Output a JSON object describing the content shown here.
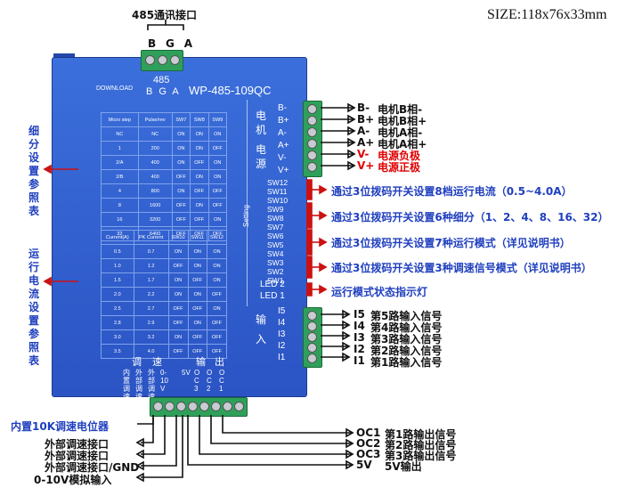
{
  "size_label": "SIZE:118x76x33mm",
  "top_connector": {
    "title": "485通讯接口",
    "pins": [
      "B",
      "G",
      "A"
    ]
  },
  "panel": {
    "download": "DOWNLOAD",
    "port_num": "485",
    "port_pins": "B G A",
    "model": "WP-485-109QC",
    "motor_chars": "电机",
    "power_chars": "电源",
    "setting": "Setting",
    "input_chars": "输入",
    "speed_chars": "调速",
    "output_chars": "输出",
    "motor_terms": [
      "B-",
      "B+",
      "A-",
      "A+"
    ],
    "power_terms": [
      "V-",
      "V+"
    ],
    "sw_terms": [
      "SW12",
      "SW11",
      "SW10",
      "SW9",
      "SW8",
      "SW7",
      "SW6",
      "SW5",
      "SW4",
      "SW3",
      "SW2",
      "SW1"
    ],
    "led_terms": [
      "LED 2",
      "LED 1"
    ],
    "input_terms": [
      "I5",
      "I4",
      "I3",
      "I2",
      "I1"
    ],
    "speed_terms": [
      "内置调速",
      "外部调速",
      "外部调速",
      "0-10V"
    ],
    "output_terms": [
      "5V",
      "OC3",
      "OC2",
      "OC1"
    ]
  },
  "table1": {
    "headers": [
      "Micro step",
      "Pulse/rev",
      "SW7",
      "SW8",
      "SW9"
    ],
    "rows": [
      [
        "NC",
        "NC",
        "ON",
        "ON",
        "ON"
      ],
      [
        "1",
        "200",
        "ON",
        "ON",
        "OFF"
      ],
      [
        "2/A",
        "400",
        "ON",
        "OFF",
        "ON"
      ],
      [
        "2/B",
        "400",
        "OFF",
        "ON",
        "ON"
      ],
      [
        "4",
        "800",
        "ON",
        "OFF",
        "OFF"
      ],
      [
        "8",
        "1600",
        "OFF",
        "ON",
        "OFF"
      ],
      [
        "16",
        "3200",
        "OFF",
        "OFF",
        "ON"
      ],
      [
        "32",
        "6400",
        "OFF",
        "OFF",
        "OFF"
      ]
    ]
  },
  "table2": {
    "headers": [
      "Current(A)",
      "PK Current",
      "SW10",
      "SW11",
      "SW12"
    ],
    "rows": [
      [
        "0.5",
        "0.7",
        "ON",
        "ON",
        "ON"
      ],
      [
        "1.0",
        "1.2",
        "OFF",
        "ON",
        "ON"
      ],
      [
        "1.5",
        "1.7",
        "ON",
        "OFF",
        "ON"
      ],
      [
        "2.0",
        "2.2",
        "ON",
        "ON",
        "OFF"
      ],
      [
        "2.5",
        "2.7",
        "OFF",
        "OFF",
        "ON"
      ],
      [
        "2.8",
        "2.9",
        "OFF",
        "ON",
        "OFF"
      ],
      [
        "3.0",
        "3.2",
        "ON",
        "OFF",
        "OFF"
      ],
      [
        "3.5",
        "4.0",
        "OFF",
        "OFF",
        "OFF"
      ]
    ]
  },
  "left_labels": {
    "subdiv": "细分设置参照表",
    "current": "运行电流设置参照表"
  },
  "right_labels": {
    "motor": [
      {
        "term": "B-",
        "text": "电机B相-"
      },
      {
        "term": "B+",
        "text": "电机B相+"
      },
      {
        "term": "A-",
        "text": "电机A相-"
      },
      {
        "term": "A+",
        "text": "电机A相+"
      }
    ],
    "power": [
      {
        "term": "V-",
        "text": "电源负极"
      },
      {
        "term": "V+",
        "text": "电源正极"
      }
    ],
    "notes": [
      "通过3位拨码开关设置8档运行电流（0.5~4.0A）",
      "通过3位拨码开关设置6种细分（1、2、4、8、16、32）",
      "通过3位拨码开关设置7种运行模式（详见说明书）",
      "通过3位拨码开关设置3种调速信号模式（详见说明书）",
      "运行模式状态指示灯"
    ],
    "inputs": [
      {
        "term": "I5",
        "text": "第5路输入信号"
      },
      {
        "term": "I4",
        "text": "第4路输入信号"
      },
      {
        "term": "I3",
        "text": "第3路输入信号"
      },
      {
        "term": "I2",
        "text": "第2路输入信号"
      },
      {
        "term": "I1",
        "text": "第1路输入信号"
      }
    ]
  },
  "bottom_left_labels": [
    "内置10K调速电位器",
    "外部调速接口",
    "外部调速接口",
    "外部调速接口/GND",
    "0-10V模拟输入"
  ],
  "bottom_right_labels": [
    {
      "term": "OC1",
      "text": "第1路输出信号"
    },
    {
      "term": "OC2",
      "text": "第2路输出信号"
    },
    {
      "term": "OC3",
      "text": "第3路输出信号"
    },
    {
      "term": "5V",
      "text": "5V输出"
    }
  ],
  "colors": {
    "panel_blue": "#2b54c4",
    "arrow_red": "#cc1111",
    "text_blue": "#1f3fbf",
    "connector_green": "#2fa05a"
  }
}
